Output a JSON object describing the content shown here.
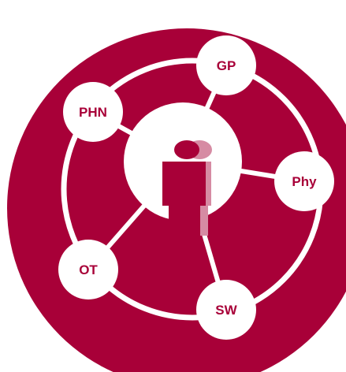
{
  "diagram": {
    "colors": {
      "disc": "#A80038",
      "ring": "#FFFFFF",
      "center": "#FFFFFF",
      "node_fill": "#FFFFFF",
      "label": "#A80038",
      "person": "#A80038",
      "person_shadow": "#D68BA3"
    },
    "center": {
      "icon": "person-icon"
    },
    "nodes": [
      {
        "id": "gp",
        "label": "GP"
      },
      {
        "id": "phn",
        "label": "PHN"
      },
      {
        "id": "phy",
        "label": "Phy"
      },
      {
        "id": "ot",
        "label": "OT"
      },
      {
        "id": "sw",
        "label": "SW"
      }
    ]
  }
}
